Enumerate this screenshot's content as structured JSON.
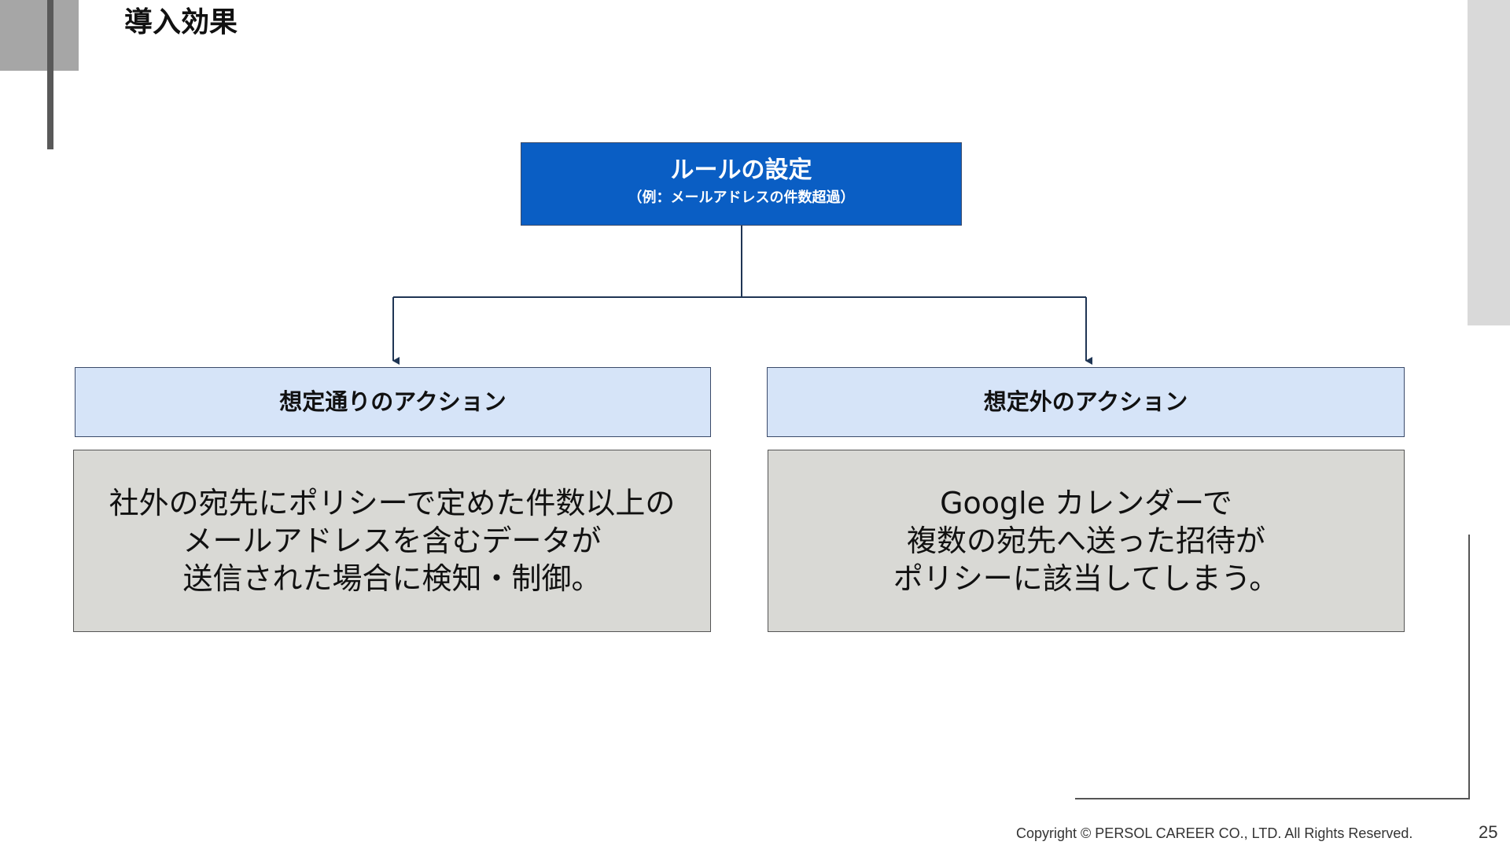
{
  "page_title": "導入効果",
  "rule": {
    "title": "ルールの設定",
    "subtitle": "（例：メールアドレスの件数超過）"
  },
  "branches": [
    {
      "header": "想定通りのアクション",
      "detail_lines": [
        "社外の宛先にポリシーで定めた件数以上の",
        "メールアドレスを含むデータが",
        "送信された場合に検知・制御。"
      ]
    },
    {
      "header": "想定外のアクション",
      "detail_lines": [
        "Google カレンダーで",
        "複数の宛先へ送った招待が",
        "ポリシーに該当してしまう。"
      ]
    }
  ],
  "footer": {
    "copyright": "Copyright © PERSOL CAREER CO., LTD. All Rights Reserved.",
    "page_number": "25"
  },
  "colors": {
    "rule_box": "#0a5ec4",
    "header_box": "#d6e4f8",
    "detail_box": "#d9d9d5",
    "connector": "#1f3554"
  }
}
